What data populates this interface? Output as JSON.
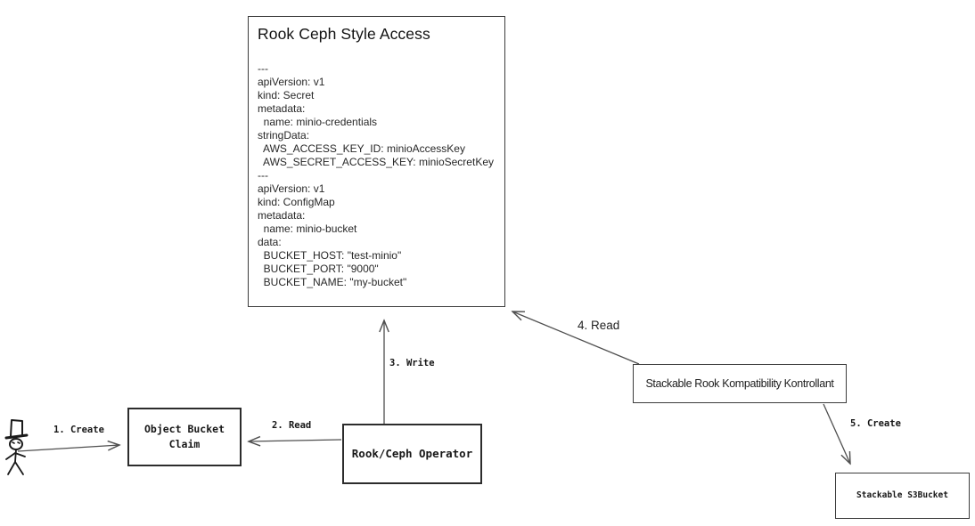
{
  "colors": {
    "line": "#4f4f4f",
    "box_border": "#3c3c3c",
    "text": "#171717"
  },
  "main_box": {
    "title": "Rook Ceph Style Access",
    "yaml": "---\napiVersion: v1\nkind: Secret\nmetadata:\n  name: minio-credentials\nstringData:\n  AWS_ACCESS_KEY_ID: minioAccessKey\n  AWS_SECRET_ACCESS_KEY: minioSecretKey\n---\napiVersion: v1\nkind: ConfigMap\nmetadata:\n  name: minio-bucket\ndata:\n  BUCKET_HOST: \"test-minio\"\n  BUCKET_PORT: \"9000\"\n  BUCKET_NAME: \"my-bucket\""
  },
  "nodes": {
    "object_bucket_claim": {
      "label": "Object Bucket\nClaim"
    },
    "rook_ceph_operator": {
      "label": "Rook/Ceph Operator"
    },
    "stackable_controller": {
      "label": "Stackable Rook Kompatibility Kontrollant"
    },
    "stackable_s3bucket": {
      "label": "Stackable S3Bucket"
    }
  },
  "arrows": {
    "create_obc": {
      "label": "1. Create"
    },
    "read_obc": {
      "label": "2. Read"
    },
    "write_config": {
      "label": "3. Write"
    },
    "read_config": {
      "label": "4. Read"
    },
    "create_s3": {
      "label": "5. Create"
    }
  },
  "actor": {
    "name": "user"
  }
}
